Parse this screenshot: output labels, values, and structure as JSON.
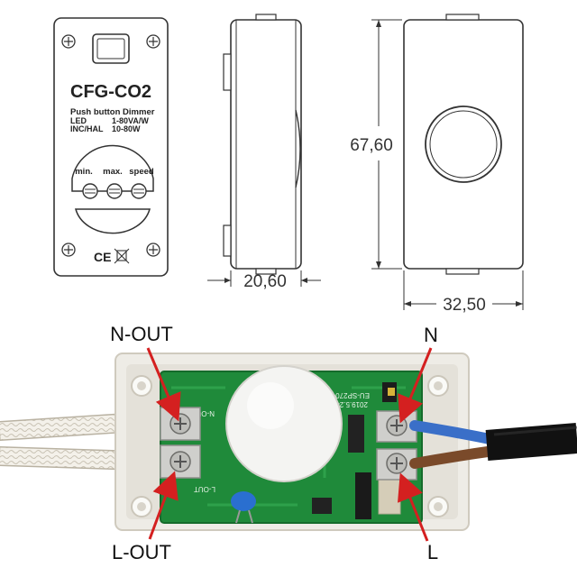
{
  "front": {
    "model": "CFG-CO2",
    "subtitle": "Push button Dimmer",
    "spec1_name": "LED",
    "spec1_value": "1-80VA/W",
    "spec2_name": "INC/HAL",
    "spec2_value": "10-80W",
    "knob_labels": [
      "min.",
      "max.",
      "speed"
    ],
    "cert": "CE"
  },
  "dimensions": {
    "depth": "20,60",
    "height": "67,60",
    "width": "32,50"
  },
  "pcb": {
    "text_top": "EU-SP270-S",
    "text_date": "2019.5.24",
    "text_n_out": "N-OUT",
    "text_l_out": "L-OUT"
  },
  "terminals": {
    "n_out": "N-OUT",
    "n": "N",
    "l_out": "L-OUT",
    "l": "L"
  },
  "colors": {
    "pcb": "#1f8a3a",
    "arrow": "#d42020",
    "neutral_wire": "#3a6fc8",
    "live_wire": "#7a4a2a"
  }
}
